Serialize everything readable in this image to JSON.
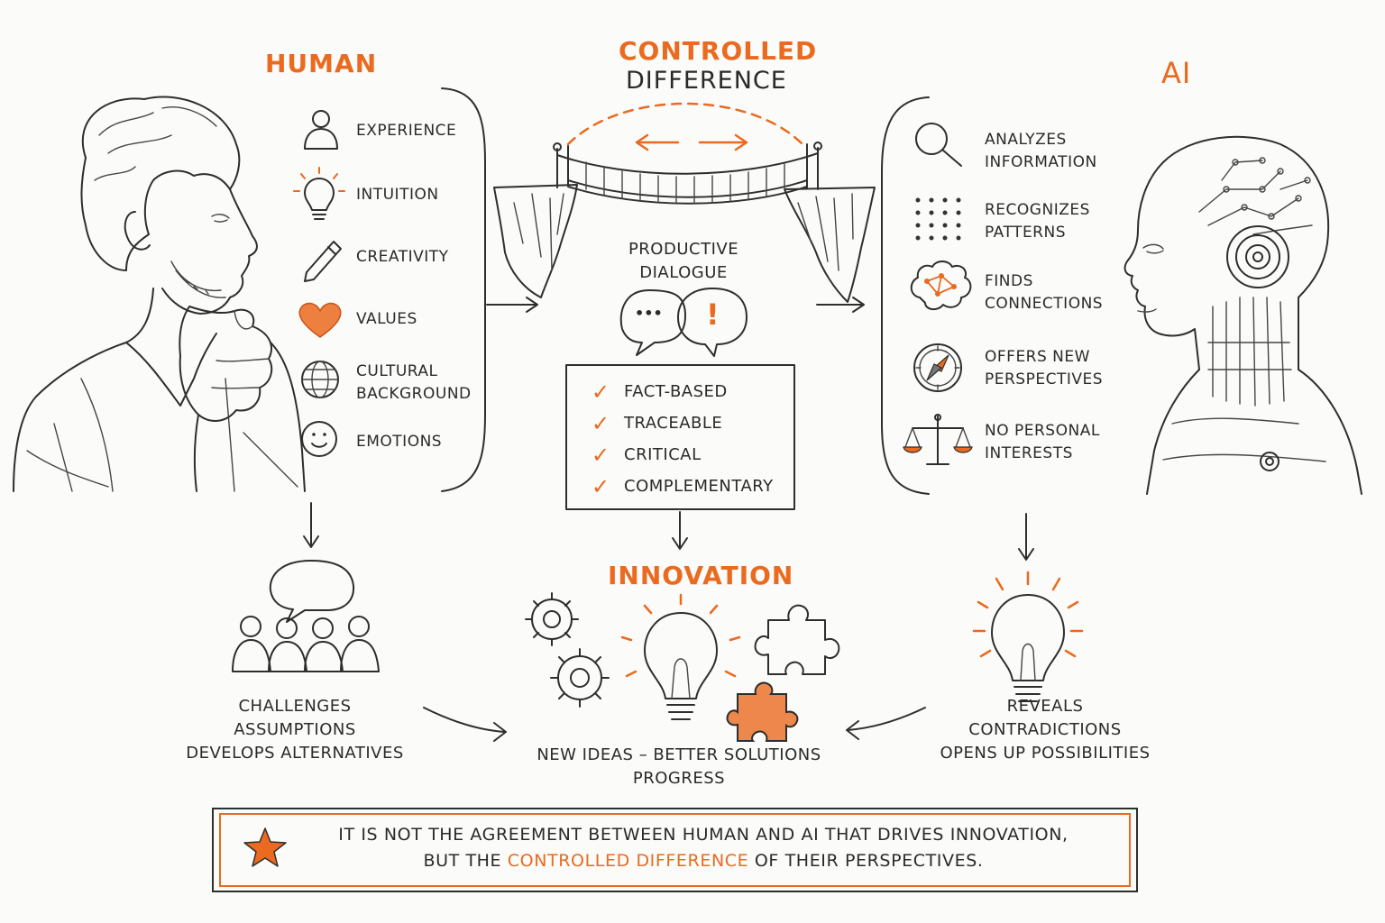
{
  "human": {
    "title": "HUMAN",
    "items": [
      {
        "label": "EXPERIENCE",
        "icon": "person-icon"
      },
      {
        "label": "INTUITION",
        "icon": "lightbulb-icon"
      },
      {
        "label": "CREATIVITY",
        "icon": "pencil-icon"
      },
      {
        "label": "VALUES",
        "icon": "heart-icon"
      },
      {
        "label": "CULTURAL BACKGROUND",
        "icon": "globe-icon"
      },
      {
        "label": "EMOTIONS",
        "icon": "smiley-icon"
      }
    ],
    "outcome_line1": "CHALLENGES ASSUMPTIONS",
    "outcome_line2": "DEVELOPS ALTERNATIVES"
  },
  "center": {
    "title_line1": "CONTROLLED",
    "title_line2": "DIFFERENCE",
    "dialogue_line1": "PRODUCTIVE",
    "dialogue_line2": "DIALOGUE",
    "speech_left": "•••",
    "speech_right": "!",
    "checklist": [
      "FACT-BASED",
      "TRACEABLE",
      "CRITICAL",
      "COMPLEMENTARY"
    ],
    "innovation_title": "INNOVATION",
    "innovation_line1": "NEW IDEAS – BETTER SOLUTIONS",
    "innovation_line2": "PROGRESS"
  },
  "ai": {
    "title": "AI",
    "items": [
      {
        "label_line1": "ANALYZES",
        "label_line2": "INFORMATION",
        "icon": "magnifier-icon"
      },
      {
        "label_line1": "RECOGNIZES",
        "label_line2": "PATTERNS",
        "icon": "dot-grid-icon"
      },
      {
        "label_line1": "FINDS",
        "label_line2": "CONNECTIONS",
        "icon": "brain-network-icon"
      },
      {
        "label_line1": "OFFERS NEW",
        "label_line2": "PERSPECTIVES",
        "icon": "compass-icon"
      },
      {
        "label_line1": "NO PERSONAL",
        "label_line2": "INTERESTS",
        "icon": "scales-icon"
      }
    ],
    "outcome_line1": "REVEALS CONTRADICTIONS",
    "outcome_line2": "OPENS UP POSSIBILITIES"
  },
  "conclusion": {
    "line1": "IT IS NOT THE AGREEMENT BETWEEN HUMAN AND AI THAT DRIVES INNOVATION,",
    "line2_pre": "BUT THE ",
    "line2_highlight": "CONTROLLED DIFFERENCE",
    "line2_post": " OF THEIR PERSPECTIVES."
  },
  "colors": {
    "accent": "#ea6a1f",
    "ink": "#2b2b2b",
    "paper": "#fbfbf9"
  }
}
